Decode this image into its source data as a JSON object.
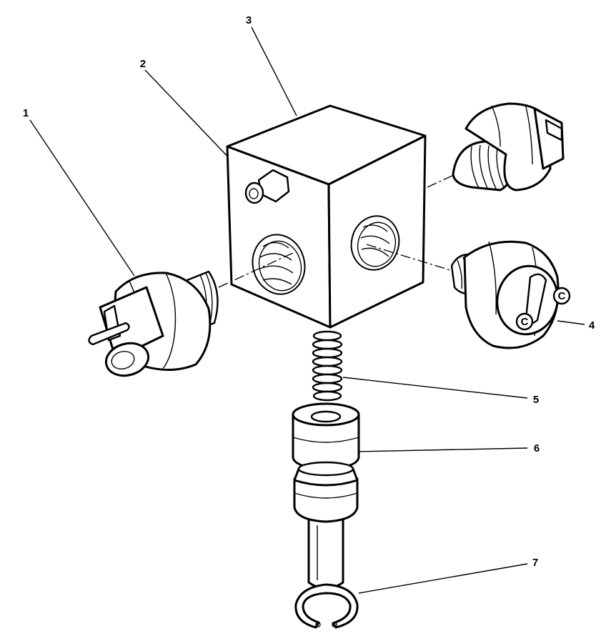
{
  "callouts": [
    {
      "id": "1",
      "text": "1"
    },
    {
      "id": "2",
      "text": "2"
    },
    {
      "id": "3",
      "text": "3"
    },
    {
      "id": "4",
      "text": "4"
    },
    {
      "id": "5",
      "text": "5"
    },
    {
      "id": "6",
      "text": "6"
    },
    {
      "id": "7",
      "text": "7"
    }
  ],
  "stamp_letters": {
    "a": "C",
    "b": "C"
  }
}
